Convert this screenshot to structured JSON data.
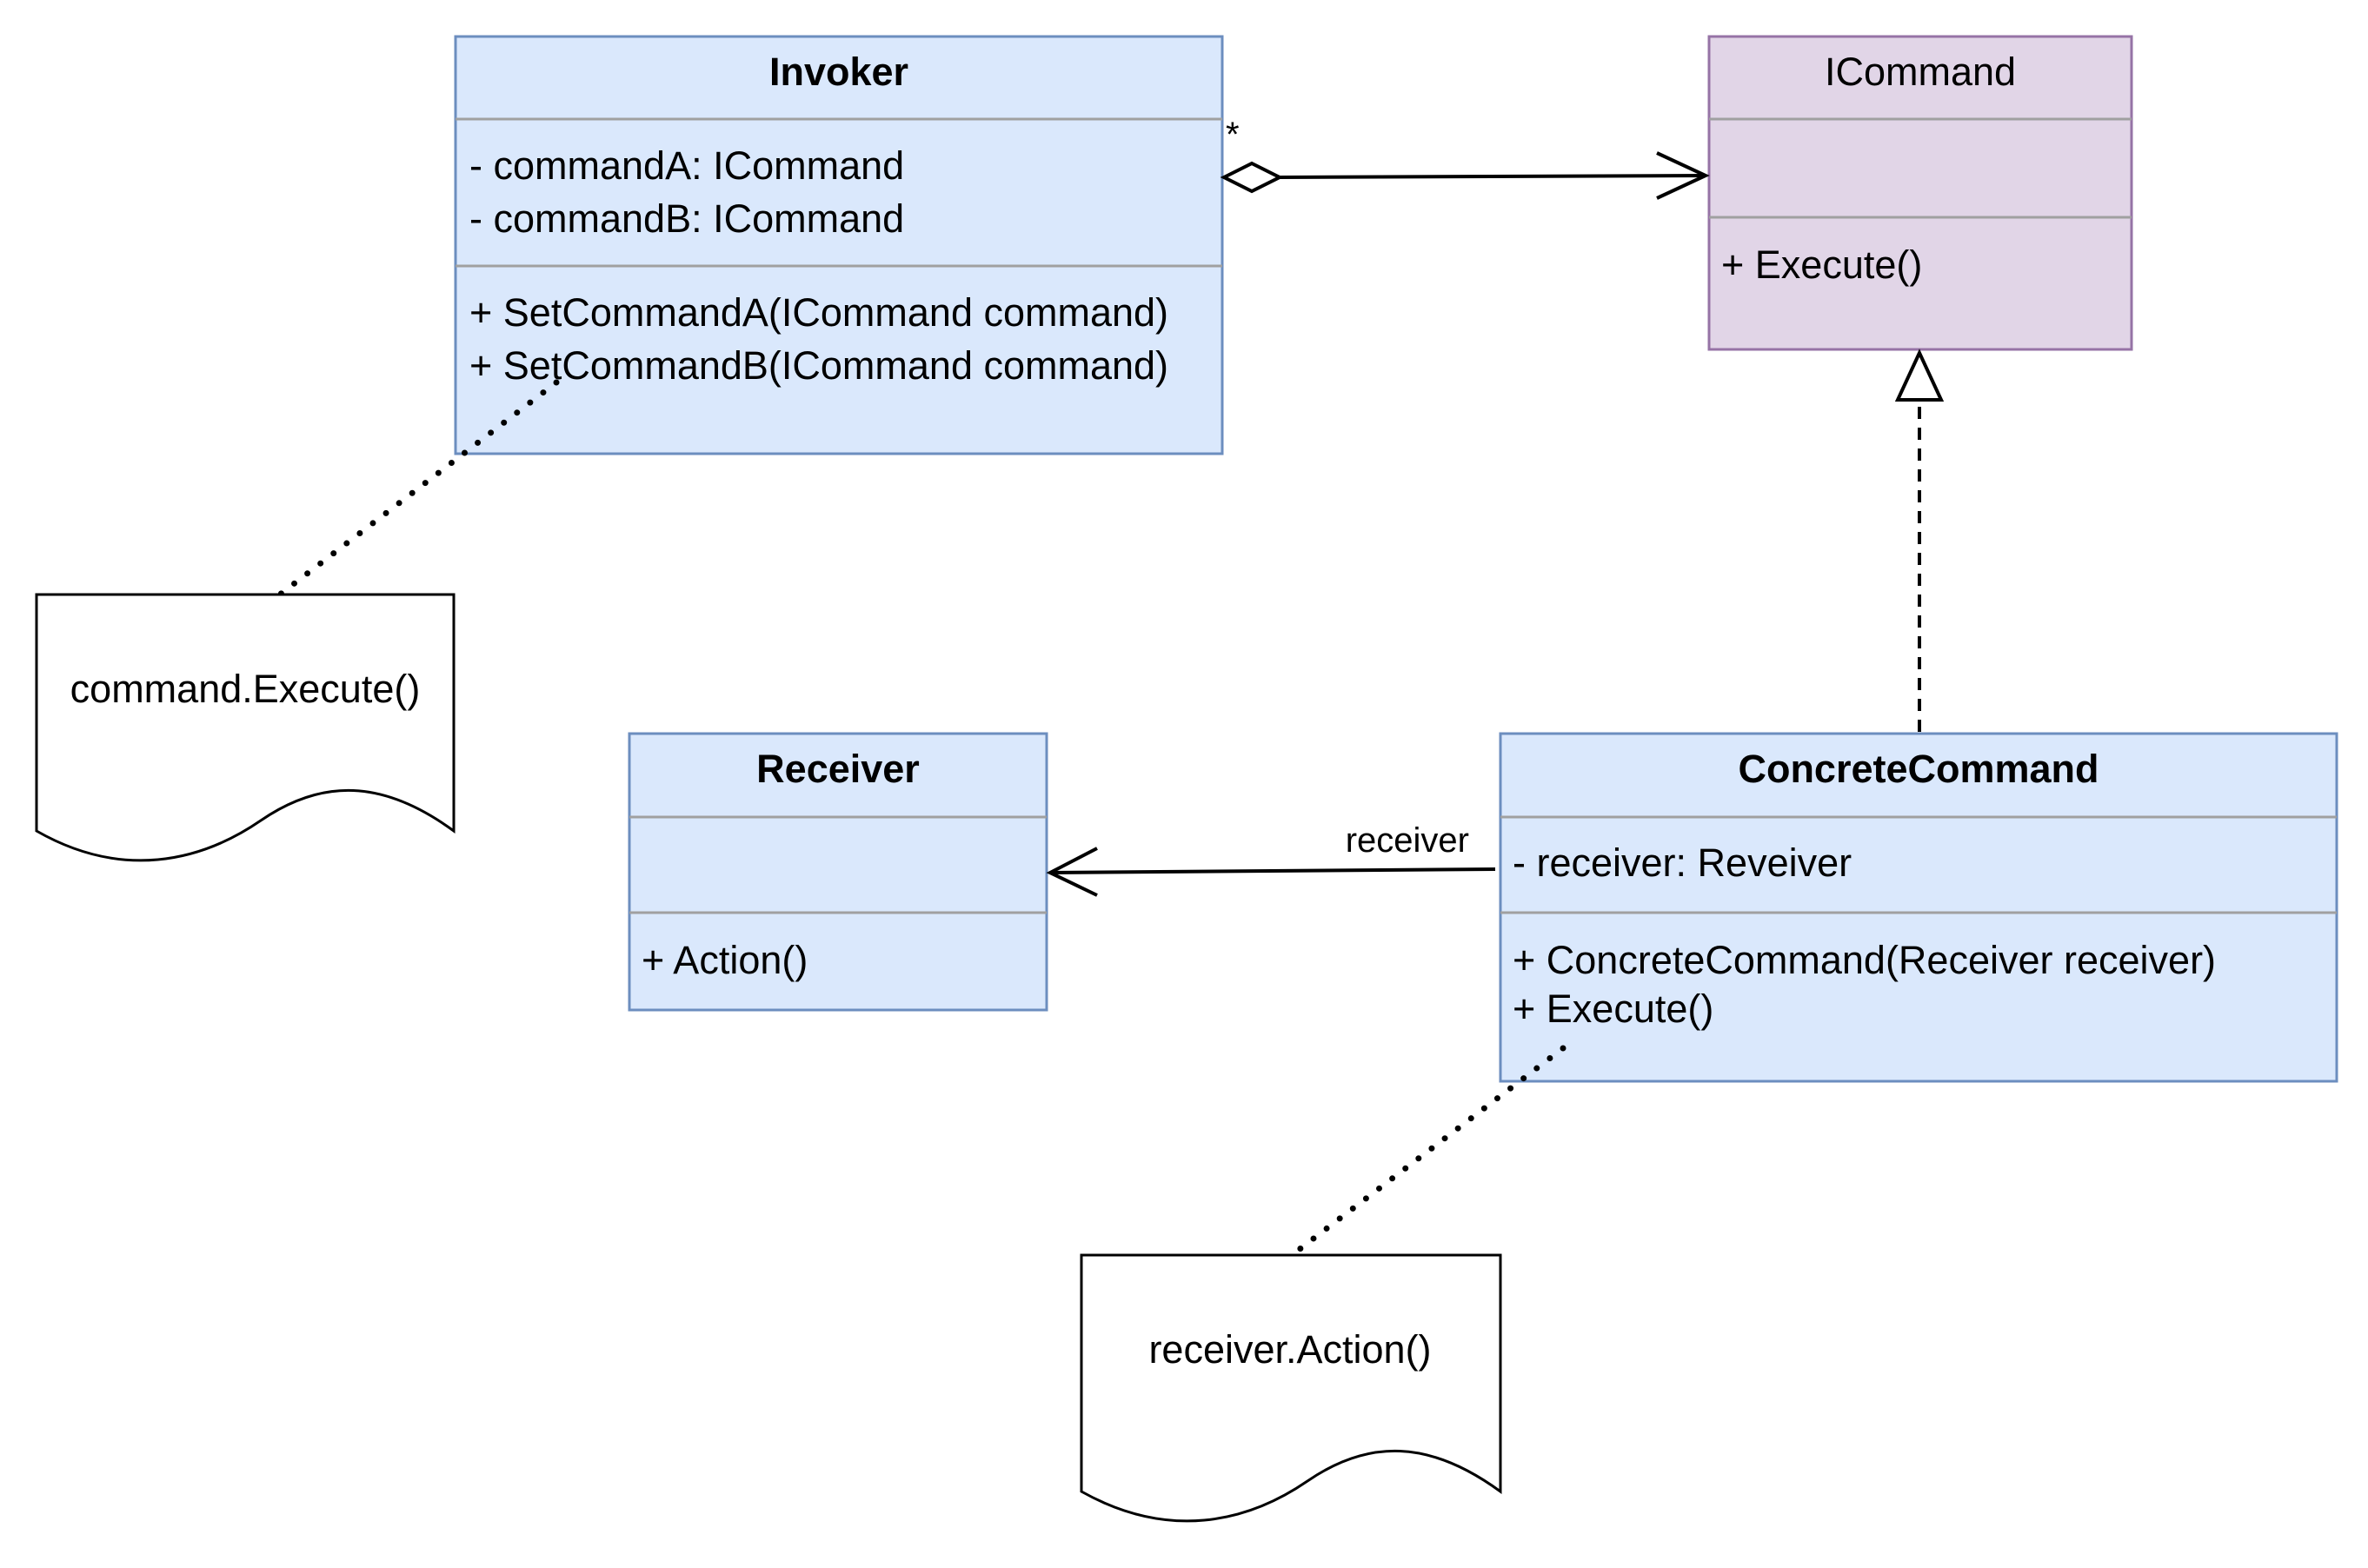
{
  "colors": {
    "class_fill": "#dae8fc",
    "class_stroke": "#6c8ebf",
    "interface_fill": "#e1d5e7",
    "interface_stroke": "#9673a6",
    "divider": "#a0a0a0",
    "line": "#000000"
  },
  "classes": {
    "invoker": {
      "name": "Invoker",
      "attributes": [
        "- commandA: ICommand",
        "- commandB: ICommand"
      ],
      "methods": [
        "+ SetCommandA(ICommand command)",
        "+ SetCommandB(ICommand command)"
      ]
    },
    "icommand": {
      "name": "ICommand",
      "methods": [
        "+ Execute()"
      ]
    },
    "receiver": {
      "name": "Receiver",
      "methods": [
        "+ Action()"
      ]
    },
    "concrete_command": {
      "name": "ConcreteCommand",
      "attributes": [
        "- receiver: Reveiver"
      ],
      "methods": [
        "+ ConcreteCommand(Receiver receiver)",
        "+ Execute()"
      ]
    }
  },
  "notes": {
    "invoker_note": "command.Execute()",
    "concrete_note": "receiver.Action()"
  },
  "relations": {
    "aggregation_multiplicity": "*",
    "association_label": "receiver"
  }
}
